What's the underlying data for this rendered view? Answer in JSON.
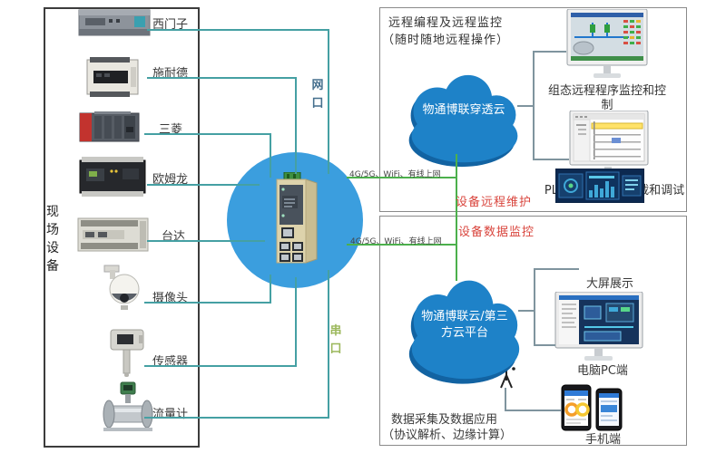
{
  "field_panel": {
    "side_label": "现场设备",
    "devices": [
      {
        "name": "西门子"
      },
      {
        "name": "施耐德"
      },
      {
        "name": "三菱"
      },
      {
        "name": "欧姆龙"
      },
      {
        "name": "台达"
      },
      {
        "name": "摄像头"
      },
      {
        "name": "传感器"
      },
      {
        "name": "流量计"
      }
    ]
  },
  "gateway": {
    "lan_port_label": "网口",
    "serial_port_label": "串口"
  },
  "uplinks": {
    "top_label": "4G/5G、WiFi、有线上网",
    "bottom_label": "4G/5G、WiFi、有线上网"
  },
  "remote_panel": {
    "title_line1": "远程编程及远程监控",
    "title_line2": "（随时随地远程操作）",
    "cloud_label": "物通博联穿透云",
    "monitor1_caption": "组态远程程序监控和控制",
    "monitor2_caption": "PLC程序远程上下载和调试",
    "badge": "设备远程维护"
  },
  "data_panel": {
    "badge": "设备数据监控",
    "cloud_line1": "物通博联云/第三",
    "cloud_line2": "方云平台",
    "big_screen_label": "大屏展示",
    "pc_label": "电脑PC端",
    "mobile_label": "手机端",
    "footer_line1": "数据采集及数据应用",
    "footer_line2": "（协议解析、边缘计算）"
  },
  "colors": {
    "cloud_blue": "#1e82c8",
    "cloud_shadow": "#1263a2",
    "circle_blue": "#3b9ede",
    "wire_teal": "#45a0a3",
    "wire_green": "#4cb04c",
    "wire_gray": "#7f949e",
    "badge_red": "#d9453d"
  }
}
